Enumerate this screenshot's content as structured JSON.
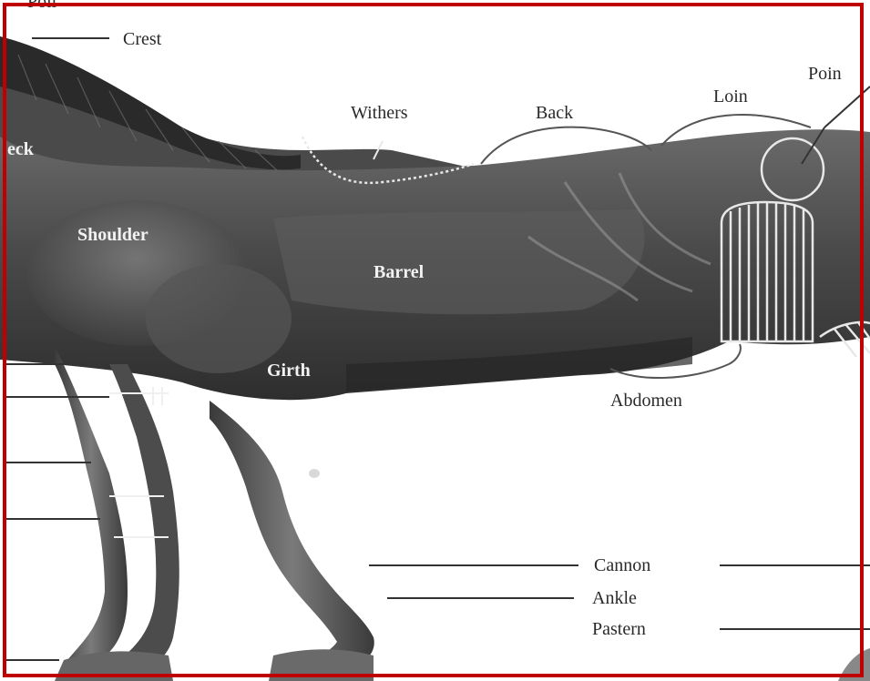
{
  "labels": {
    "top_cut": "Poll",
    "crest": "Crest",
    "neck": "eck",
    "withers": "Withers",
    "back": "Back",
    "loin": "Loin",
    "point": "Poin",
    "shoulder": "Shoulder",
    "barrel": "Barrel",
    "girth": "Girth",
    "abdomen": "Abdomen",
    "cannon": "Cannon",
    "ankle": "Ankle",
    "pastern": "Pastern"
  },
  "colors": {
    "frame": "#c00000",
    "horse_dark": "#3b3b3b",
    "horse_mid": "#5a5a5a",
    "horse_light": "#8a8a8a",
    "label_dark": "#2a2a2a",
    "label_light": "#f2f2f2"
  }
}
